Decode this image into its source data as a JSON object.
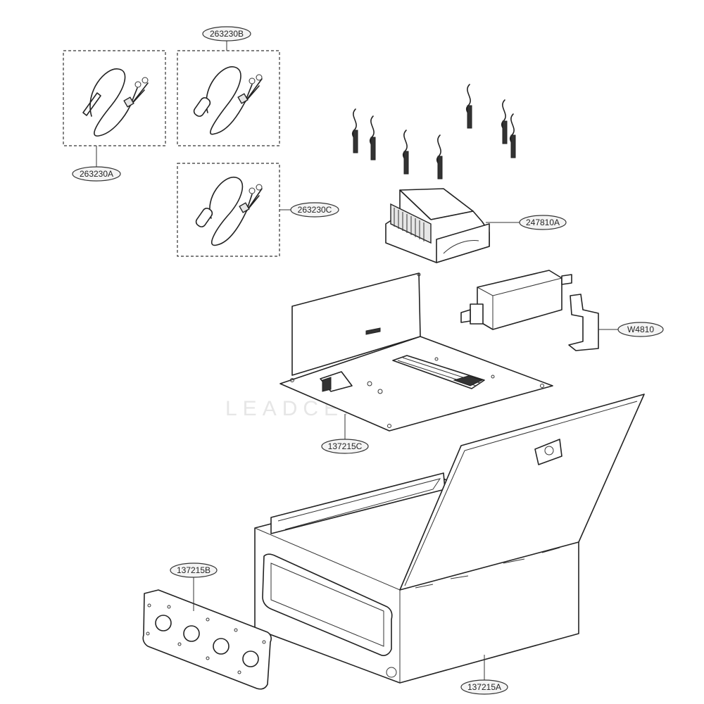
{
  "parts": [
    {
      "id": "sensor_a",
      "label": "263230A"
    },
    {
      "id": "sensor_b",
      "label": "263230B"
    },
    {
      "id": "sensor_c",
      "label": "263230C"
    },
    {
      "id": "controller",
      "label": "247810A"
    },
    {
      "id": "bracket",
      "label": "W4810"
    },
    {
      "id": "mounting_plate",
      "label": "137215C"
    },
    {
      "id": "gland_plate",
      "label": "137215B"
    },
    {
      "id": "enclosure",
      "label": "137215A"
    }
  ],
  "watermark": "LEADCENTURY"
}
